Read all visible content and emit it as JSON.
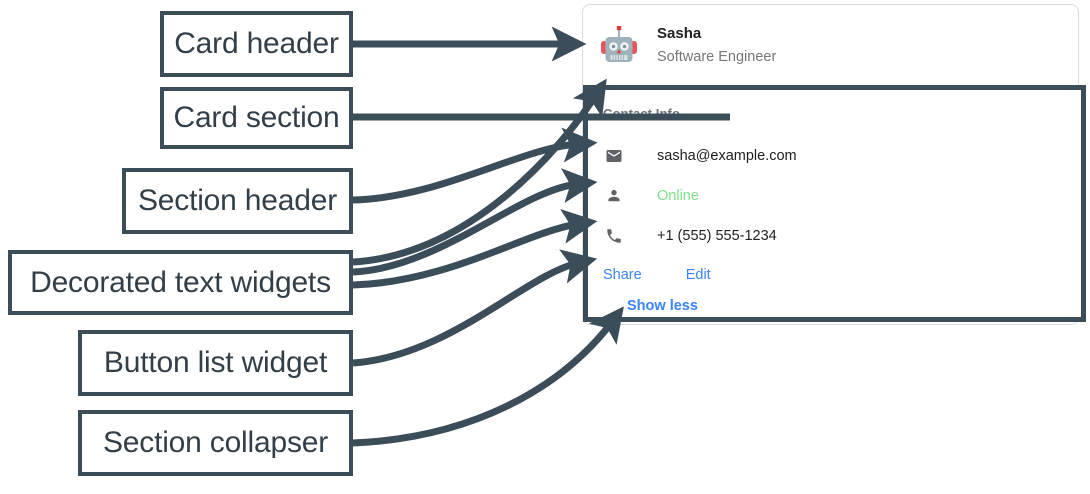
{
  "annotations": [
    {
      "id": "card-header",
      "label": "Card header"
    },
    {
      "id": "card-section",
      "label": "Card section"
    },
    {
      "id": "section-header",
      "label": "Section header"
    },
    {
      "id": "decorated-text",
      "label": "Decorated text widgets"
    },
    {
      "id": "button-list",
      "label": "Button list widget"
    },
    {
      "id": "section-collapser",
      "label": "Section collapser"
    }
  ],
  "card": {
    "header": {
      "avatar_icon": "robot-avatar-icon",
      "title": "Sasha",
      "subtitle": "Software Engineer"
    },
    "section": {
      "header": "Contact Info",
      "rows": [
        {
          "icon": "email-icon",
          "text": "sasha@example.com",
          "color": "#202124"
        },
        {
          "icon": "person-icon",
          "text": "Online",
          "color": "#7ee08a"
        },
        {
          "icon": "phone-icon",
          "text": "+1 (555) 555-1234",
          "color": "#202124"
        }
      ],
      "buttons": [
        {
          "label": "Share"
        },
        {
          "label": "Edit"
        }
      ],
      "collapser": {
        "label": "Show less"
      }
    }
  },
  "colors": {
    "annotation_stroke": "#3c4d5a",
    "annotation_text": "#333f48",
    "link_blue": "#3b83f6",
    "status_green": "#7ee08a",
    "icon_gray": "#5f6368",
    "section_header_gray": "#6e7377",
    "card_border": "#dadce0"
  }
}
